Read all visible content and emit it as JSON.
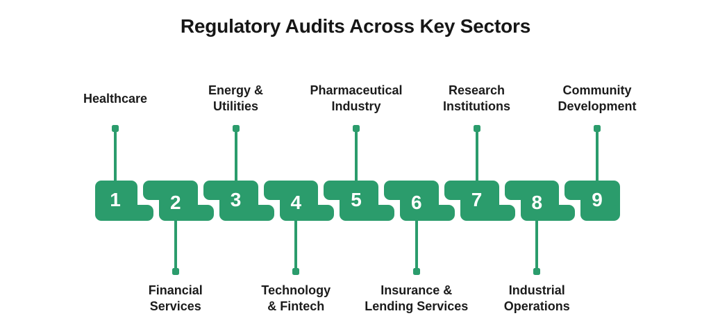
{
  "title": "Regulatory Audits Across Key Sectors",
  "colors": {
    "accent": "#2B9C6C",
    "title_text": "#161616",
    "label_text": "#1B1B1B",
    "number_text": "#FFFFFF",
    "background": "#FFFFFF"
  },
  "sectors": [
    {
      "number": "1",
      "label": "Healthcare",
      "lines": [
        "Healthcare"
      ],
      "side": "top"
    },
    {
      "number": "2",
      "label": "Financial Services",
      "lines": [
        "Financial",
        "Services"
      ],
      "side": "bottom"
    },
    {
      "number": "3",
      "label": "Energy & Utilities",
      "lines": [
        "Energy &",
        "Utilities"
      ],
      "side": "top"
    },
    {
      "number": "4",
      "label": "Technology & Fintech",
      "lines": [
        "Technology",
        "& Fintech"
      ],
      "side": "bottom"
    },
    {
      "number": "5",
      "label": "Pharmaceutical Industry",
      "lines": [
        "Pharmaceutical",
        "Industry"
      ],
      "side": "top"
    },
    {
      "number": "6",
      "label": "Insurance & Lending Services",
      "lines": [
        "Insurance &",
        "Lending Services"
      ],
      "side": "bottom"
    },
    {
      "number": "7",
      "label": "Research Institutions",
      "lines": [
        "Research",
        "Institutions"
      ],
      "side": "top"
    },
    {
      "number": "8",
      "label": "Industrial Operations",
      "lines": [
        "Industrial",
        "Operations"
      ],
      "side": "bottom"
    },
    {
      "number": "9",
      "label": "Community Development",
      "lines": [
        "Community",
        "Development"
      ],
      "side": "top"
    }
  ]
}
